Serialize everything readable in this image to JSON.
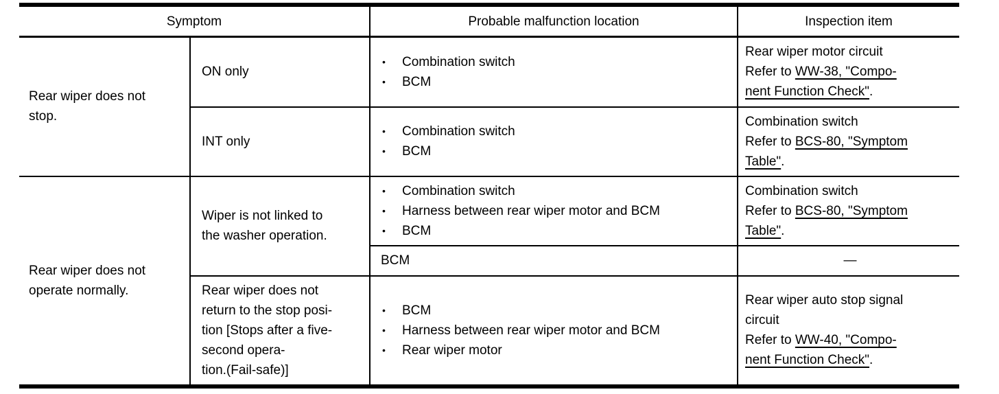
{
  "header": {
    "symptom": "Symptom",
    "malfunction": "Probable malfunction location",
    "inspection": "Inspection item"
  },
  "rows": {
    "group1": {
      "symptom": [
        [
          {
            "t": "Rear wiper does not"
          }
        ],
        [
          {
            "t": "stop."
          }
        ]
      ]
    },
    "r1": {
      "sub_symptom": "ON only",
      "locations": [
        "Combination switch",
        "BCM"
      ],
      "inspection": [
        [
          {
            "t": "Rear wiper motor circuit"
          }
        ],
        [
          {
            "t": "Refer to "
          },
          {
            "t": "WW-38, \"Compo-",
            "u": true
          }
        ],
        [
          {
            "t": "nent Function Check\"",
            "u": true
          },
          {
            "t": "."
          }
        ]
      ]
    },
    "r2": {
      "sub_symptom": "INT only",
      "locations": [
        "Combination switch",
        "BCM"
      ],
      "inspection": [
        [
          {
            "t": "Combination switch"
          }
        ],
        [
          {
            "t": "Refer to "
          },
          {
            "t": "BCS-80, \"Symptom",
            "u": true
          }
        ],
        [
          {
            "t": "Table\"",
            "u": true
          },
          {
            "t": "."
          }
        ]
      ]
    },
    "group2": {
      "symptom": [
        [
          {
            "t": "Rear wiper does not"
          }
        ],
        [
          {
            "t": "operate normally."
          }
        ]
      ]
    },
    "r3a": {
      "sub_symptom": [
        [
          {
            "t": "Wiper is not linked to"
          }
        ],
        [
          {
            "t": "the washer operation."
          }
        ]
      ],
      "locations": [
        "Combination switch",
        "Harness between rear wiper motor and BCM",
        "BCM"
      ],
      "inspection": [
        [
          {
            "t": "Combination switch"
          }
        ],
        [
          {
            "t": "Refer to "
          },
          {
            "t": "BCS-80, \"Symptom",
            "u": true
          }
        ],
        [
          {
            "t": "Table\"",
            "u": true
          },
          {
            "t": "."
          }
        ]
      ]
    },
    "r3b": {
      "location": "BCM",
      "inspection": "—"
    },
    "r4": {
      "sub_symptom": [
        [
          {
            "t": "Rear wiper does not"
          }
        ],
        [
          {
            "t": "return to the stop posi-"
          }
        ],
        [
          {
            "t": "tion [Stops after a five-"
          }
        ],
        [
          {
            "t": "second opera-"
          }
        ],
        [
          {
            "t": "tion.(Fail-safe)]"
          }
        ]
      ],
      "locations": [
        "BCM",
        "Harness between rear wiper motor and BCM",
        "Rear wiper motor"
      ],
      "inspection": [
        [
          {
            "t": "Rear wiper auto stop signal"
          }
        ],
        [
          {
            "t": "circuit"
          }
        ],
        [
          {
            "t": "Refer to "
          },
          {
            "t": "WW-40, \"Compo-",
            "u": true
          }
        ],
        [
          {
            "t": "nent Function Check\"",
            "u": true
          },
          {
            "t": "."
          }
        ]
      ]
    }
  },
  "colors": {
    "text": "#000000",
    "border": "#000000",
    "background": "#ffffff"
  }
}
